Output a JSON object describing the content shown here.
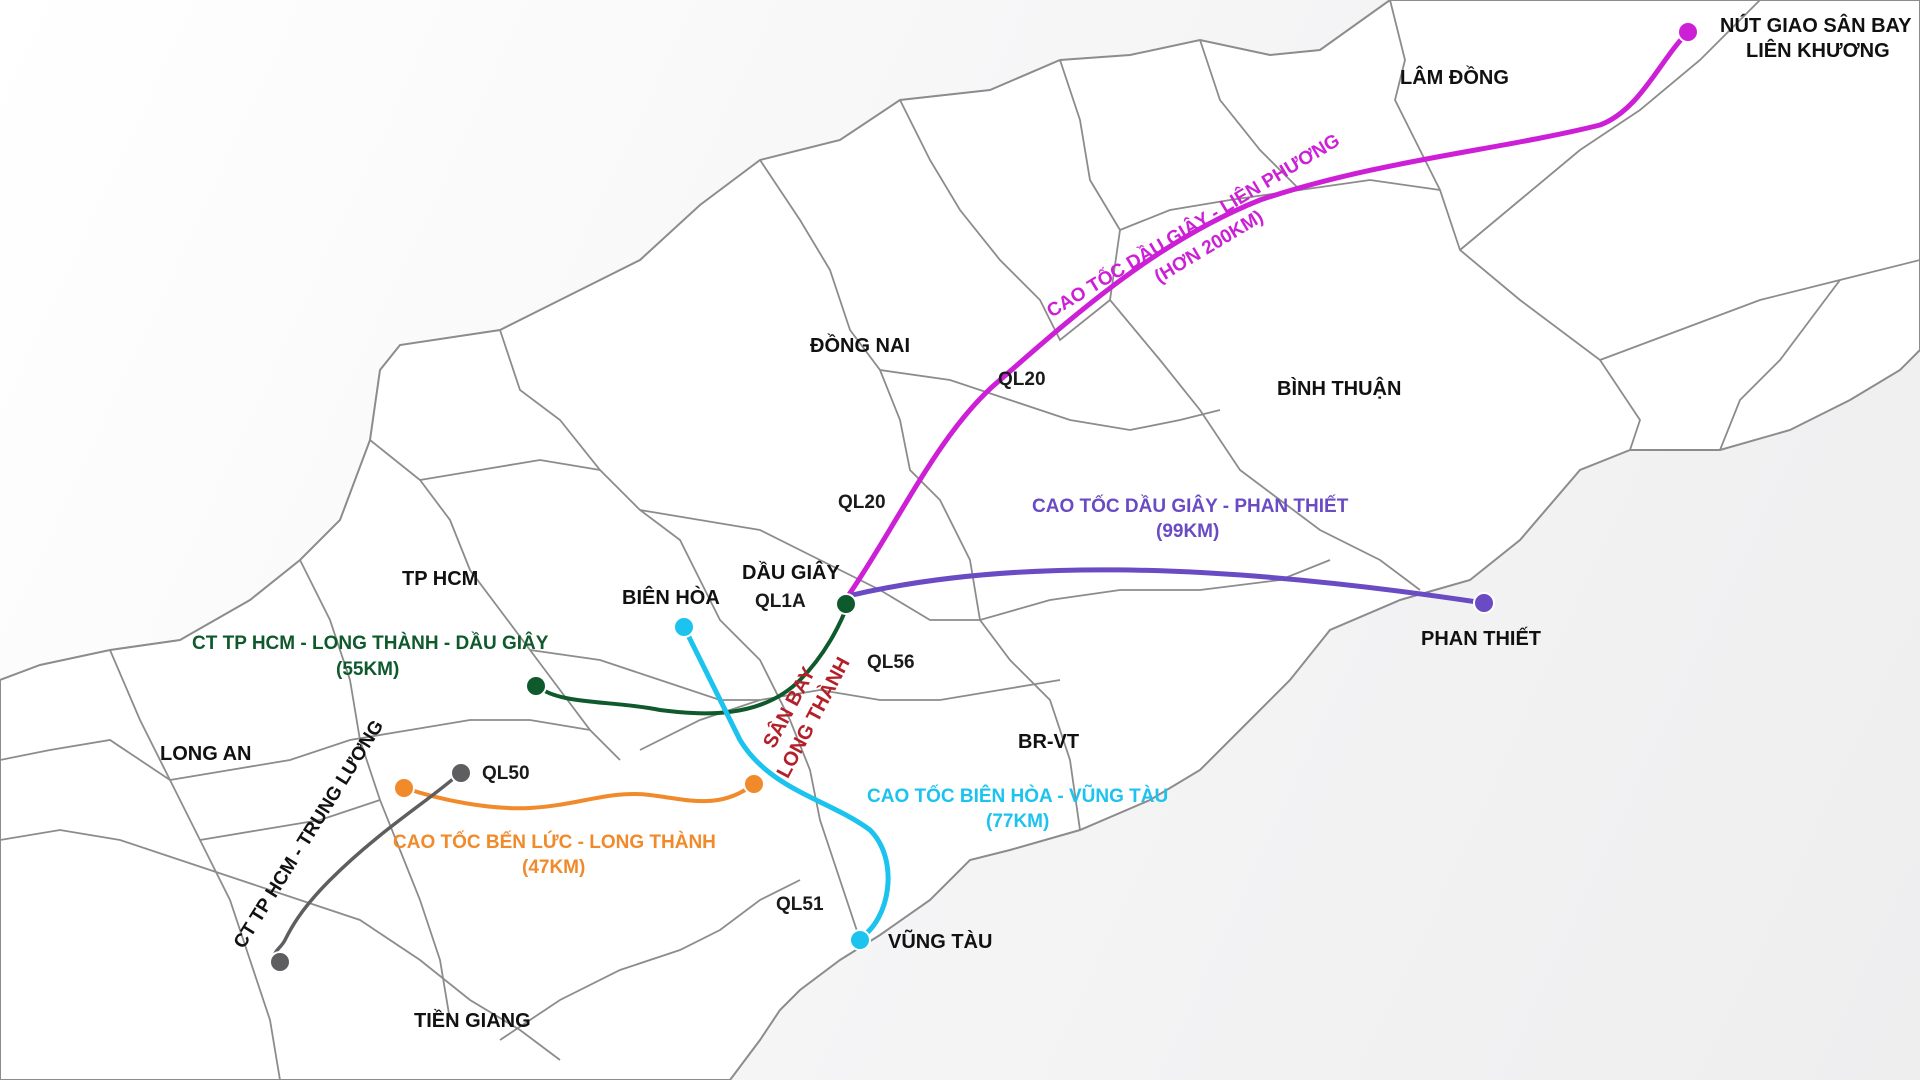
{
  "colors": {
    "background": "#f4f4f5",
    "land": "#ffffff",
    "border": "#8c8c8c",
    "text": "#111111",
    "airport_text": "#b4202a"
  },
  "regions": {
    "lam_dong": "LÂM ĐỒNG",
    "dong_nai": "ĐỒNG NAI",
    "binh_thuan": "BÌNH THUẬN",
    "tp_hcm": "TP HCM",
    "long_an": "LONG AN",
    "br_vt": "BR-VT",
    "tien_giang": "TIỀN GIANG"
  },
  "places": {
    "lien_khuong_line1": "NÚT GIAO SÂN BAY",
    "lien_khuong_line2": "LIÊN KHƯƠNG",
    "phan_thiet": "PHAN THIẾT",
    "bien_hoa": "BIÊN HÒA",
    "dau_giay": "DẦU GIÂY",
    "vung_tau": "VŨNG TÀU",
    "airport_line1": "SÂN BAY",
    "airport_line2": "LONG THÀNH"
  },
  "roads": {
    "ql20_upper": "QL20",
    "ql20_lower": "QL20",
    "ql1a": "QL1A",
    "ql56": "QL56",
    "ql50": "QL50",
    "ql51": "QL51"
  },
  "routes": [
    {
      "id": "dau-giay-lien-phuong",
      "color": "#cc1fd6",
      "line1": "CAO TỐC DẦU GIÂY - LIÊN PHƯƠNG",
      "line2": "(HƠN 200KM)"
    },
    {
      "id": "dau-giay-phan-thiet",
      "color": "#6a4bc4",
      "line1": "CAO TỐC DẦU GIÂY - PHAN THIẾT",
      "line2": "(99KM)"
    },
    {
      "id": "hcm-long-thanh-dau-giay",
      "color": "#0f5a2c",
      "line1": "CT TP HCM - LONG THÀNH - DẦU GIÂY",
      "line2": "(55KM)"
    },
    {
      "id": "bien-hoa-vung-tau",
      "color": "#1cc3ee",
      "line1": "CAO TỐC BIÊN HÒA - VŨNG TÀU",
      "line2": "(77KM)"
    },
    {
      "id": "ben-luc-long-thanh",
      "color": "#f08a2a",
      "line1": "CAO TỐC BẾN LỨC - LONG THÀNH",
      "line2": "(47KM)"
    },
    {
      "id": "hcm-trung-luong",
      "color": "#5e5e60",
      "line1": "CT TP HCM - TRUNG LƯƠNG"
    }
  ]
}
